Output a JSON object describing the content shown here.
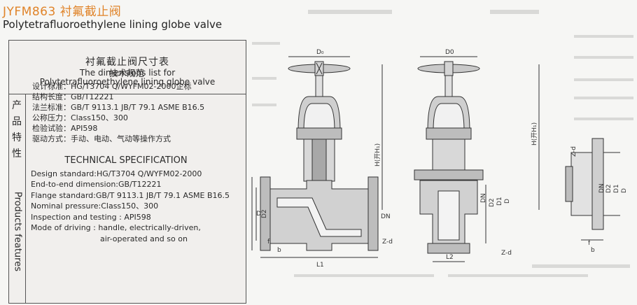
{
  "header": {
    "title_cn": "JYFM863 衬氟截止阀",
    "title_en": "Polytetrafluoroethylene lining globe valve"
  },
  "panel": {
    "heading_cn": "衬氟截止阀尺寸表",
    "heading_en_1": "The dimensions list for",
    "heading_en_2": "Polytetrafluoroethylene lining globe valve",
    "side_cn": "产品特性",
    "side_en": "Products features",
    "spec_cn": {
      "subtitle": "技术规范",
      "rows": [
        "设计标准：HG/T3704 Q/WYFM02-2000企标",
        "结构长度：GB/T12221",
        "法兰标准：GB/T 9113.1 JB/T 79.1 ASME B16.5",
        "公称压力：Class150、300",
        "检验试验：API598",
        "驱动方式：手动、电动、气动等操作方式"
      ]
    },
    "spec_en": {
      "subtitle": "TECHNICAL SPECIFICATION",
      "rows": [
        "Design standard:HG/T3704 Q/WYFM02-2000",
        "End-to-end dimension:GB/T12221",
        "Flange standard:GB/T 9113.1 JB/T 79.1 ASME B16.5",
        "Nominal pressure:Class150、300",
        "Inspection and  testing : API598",
        "Mode  of  driving : handle, electrically-driven,",
        "air-operated and so on"
      ]
    }
  },
  "drawing_labels": {
    "view1": {
      "d0": "D₀",
      "h": "H(开H₁)",
      "dn": "DN",
      "zd": "Z-d",
      "l1": "L1",
      "d": "D",
      "d2": "D2",
      "f": "f",
      "b": "b"
    },
    "view2": {
      "d0": "D0",
      "h": "H(开H₁)",
      "dn": "DN",
      "d2": "D2",
      "d1": "D1",
      "d": "D",
      "zd": "Z-d",
      "l2": "L2"
    },
    "view3": {
      "zd": "Z-d",
      "dn": "DN",
      "d2": "D2",
      "d1": "D1",
      "d": "D",
      "f": "f",
      "b": "b"
    }
  }
}
